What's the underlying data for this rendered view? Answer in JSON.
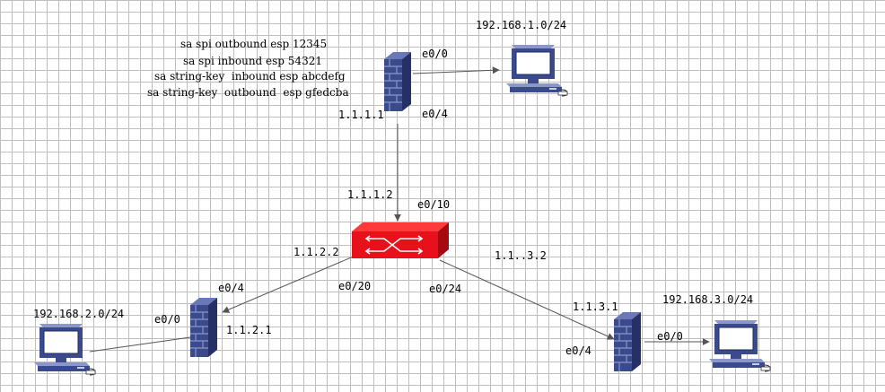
{
  "config_note": [
    "sa spi outbound esp 12345",
    "sa spi inbound esp 54321",
    "sa string-key  inbound esp abcdefg",
    "sa string-key  outbound  esp gfedcba"
  ],
  "labels": {
    "net1": "192.168.1.0/24",
    "net2": "192.168.2.0/24",
    "net3": "192.168.3.0/24",
    "fw1_e00": "e0/0",
    "fw1_e04": "e0/4",
    "fw1_ip": "1.1.1.1",
    "sw_ip_top": "1.1.1.2",
    "sw_e010": "e0/10",
    "sw_ip_left": "1.1.2.2",
    "sw_e020": "e0/20",
    "sw_e024": "e0/24",
    "sw_ip_right": "1.1..3.2",
    "fw2_e04": "e0/4",
    "fw2_e00": "e0/0",
    "fw2_ip": "1.1.2.1",
    "fw3_ip": "1.1.3.1",
    "fw3_e04": "e0/4",
    "fw3_e00": "e0/0"
  },
  "colors": {
    "firewall_body": "#3a4a8c",
    "firewall_light": "#8b97c9",
    "switch_red": "#e8101a",
    "switch_dark": "#a50a10",
    "pc_body": "#3a4a8c",
    "link": "#555555"
  }
}
